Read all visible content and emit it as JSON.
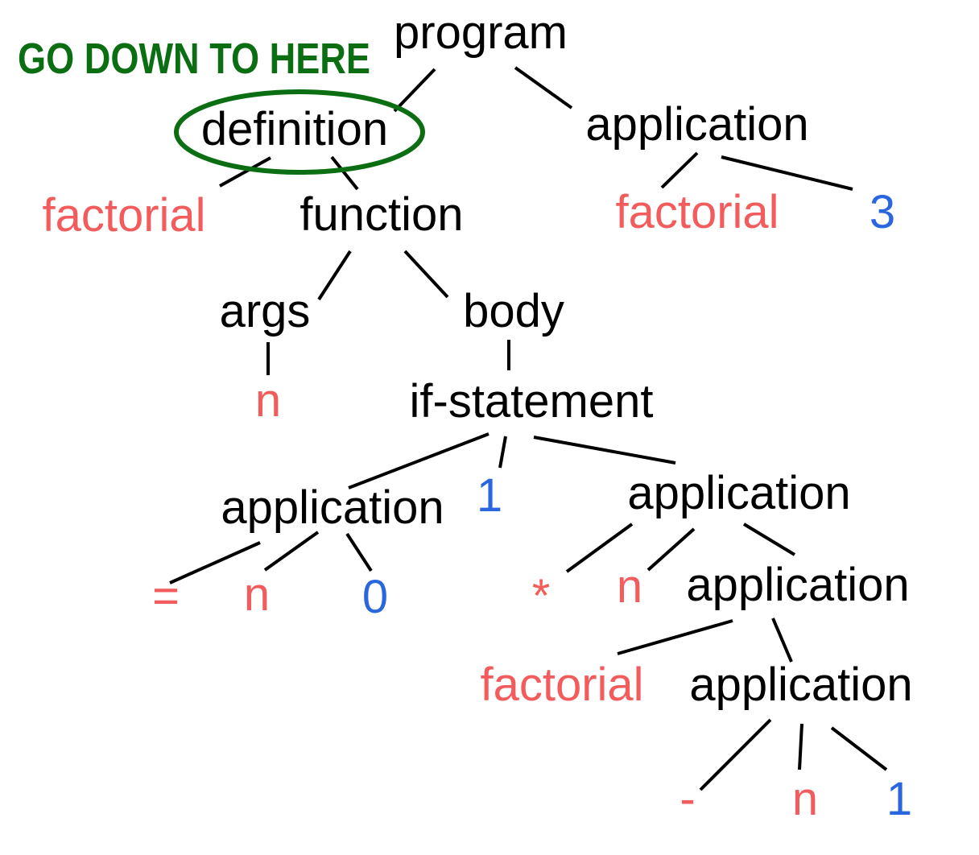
{
  "callout": {
    "text": "GO DOWN TO HERE"
  },
  "colors": {
    "node": "#000000",
    "identifier": "#f25c5c",
    "number": "#2a66dd",
    "highlight": "#0b6e12"
  },
  "highlighted_node": "n-definition",
  "nodes": [
    {
      "id": "n-program",
      "label": "program",
      "kind": "node"
    },
    {
      "id": "n-definition",
      "label": "definition",
      "kind": "node"
    },
    {
      "id": "n-application-top",
      "label": "application",
      "kind": "node"
    },
    {
      "id": "n-factorial-def",
      "label": "factorial",
      "kind": "ident"
    },
    {
      "id": "n-function",
      "label": "function",
      "kind": "node"
    },
    {
      "id": "n-factorial-app",
      "label": "factorial",
      "kind": "ident"
    },
    {
      "id": "n-three",
      "label": "3",
      "kind": "num"
    },
    {
      "id": "n-args",
      "label": "args",
      "kind": "node"
    },
    {
      "id": "n-body",
      "label": "body",
      "kind": "node"
    },
    {
      "id": "n-arg-n",
      "label": "n",
      "kind": "ident"
    },
    {
      "id": "n-if",
      "label": "if-statement",
      "kind": "node"
    },
    {
      "id": "n-app-cond",
      "label": "application",
      "kind": "node"
    },
    {
      "id": "n-one-then",
      "label": "1",
      "kind": "num"
    },
    {
      "id": "n-app-mul",
      "label": "application",
      "kind": "node"
    },
    {
      "id": "n-eq",
      "label": "=",
      "kind": "ident"
    },
    {
      "id": "n-cond-n",
      "label": "n",
      "kind": "ident"
    },
    {
      "id": "n-zero",
      "label": "0",
      "kind": "num"
    },
    {
      "id": "n-mul",
      "label": "*",
      "kind": "ident"
    },
    {
      "id": "n-mul-n",
      "label": "n",
      "kind": "ident"
    },
    {
      "id": "n-app-rec",
      "label": "application",
      "kind": "node"
    },
    {
      "id": "n-factorial-rec",
      "label": "factorial",
      "kind": "ident"
    },
    {
      "id": "n-app-sub",
      "label": "application",
      "kind": "node"
    },
    {
      "id": "n-minus",
      "label": "-",
      "kind": "ident"
    },
    {
      "id": "n-sub-n",
      "label": "n",
      "kind": "ident"
    },
    {
      "id": "n-one-sub",
      "label": "1",
      "kind": "num"
    }
  ],
  "edges": [
    {
      "from": "n-program",
      "to": "n-definition"
    },
    {
      "from": "n-program",
      "to": "n-application-top"
    },
    {
      "from": "n-definition",
      "to": "n-factorial-def"
    },
    {
      "from": "n-definition",
      "to": "n-function"
    },
    {
      "from": "n-application-top",
      "to": "n-factorial-app"
    },
    {
      "from": "n-application-top",
      "to": "n-three"
    },
    {
      "from": "n-function",
      "to": "n-args"
    },
    {
      "from": "n-function",
      "to": "n-body"
    },
    {
      "from": "n-args",
      "to": "n-arg-n"
    },
    {
      "from": "n-body",
      "to": "n-if"
    },
    {
      "from": "n-if",
      "to": "n-app-cond"
    },
    {
      "from": "n-if",
      "to": "n-one-then"
    },
    {
      "from": "n-if",
      "to": "n-app-mul"
    },
    {
      "from": "n-app-cond",
      "to": "n-eq"
    },
    {
      "from": "n-app-cond",
      "to": "n-cond-n"
    },
    {
      "from": "n-app-cond",
      "to": "n-zero"
    },
    {
      "from": "n-app-mul",
      "to": "n-mul"
    },
    {
      "from": "n-app-mul",
      "to": "n-mul-n"
    },
    {
      "from": "n-app-mul",
      "to": "n-app-rec"
    },
    {
      "from": "n-app-rec",
      "to": "n-factorial-rec"
    },
    {
      "from": "n-app-rec",
      "to": "n-app-sub"
    },
    {
      "from": "n-app-sub",
      "to": "n-minus"
    },
    {
      "from": "n-app-sub",
      "to": "n-sub-n"
    },
    {
      "from": "n-app-sub",
      "to": "n-one-sub"
    }
  ]
}
